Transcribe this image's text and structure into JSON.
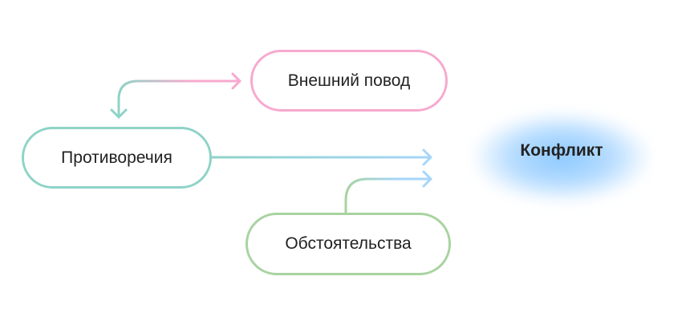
{
  "nodes": {
    "external": "Внешний повод",
    "contradictions": "Противоречия",
    "circumstances": "Обстоятельства",
    "conflict": "Конфликт"
  },
  "colors": {
    "pink": "#f7a9cf",
    "teal": "#8ed3c8",
    "green": "#a8d3a0",
    "blue": "#a6d6fa"
  }
}
